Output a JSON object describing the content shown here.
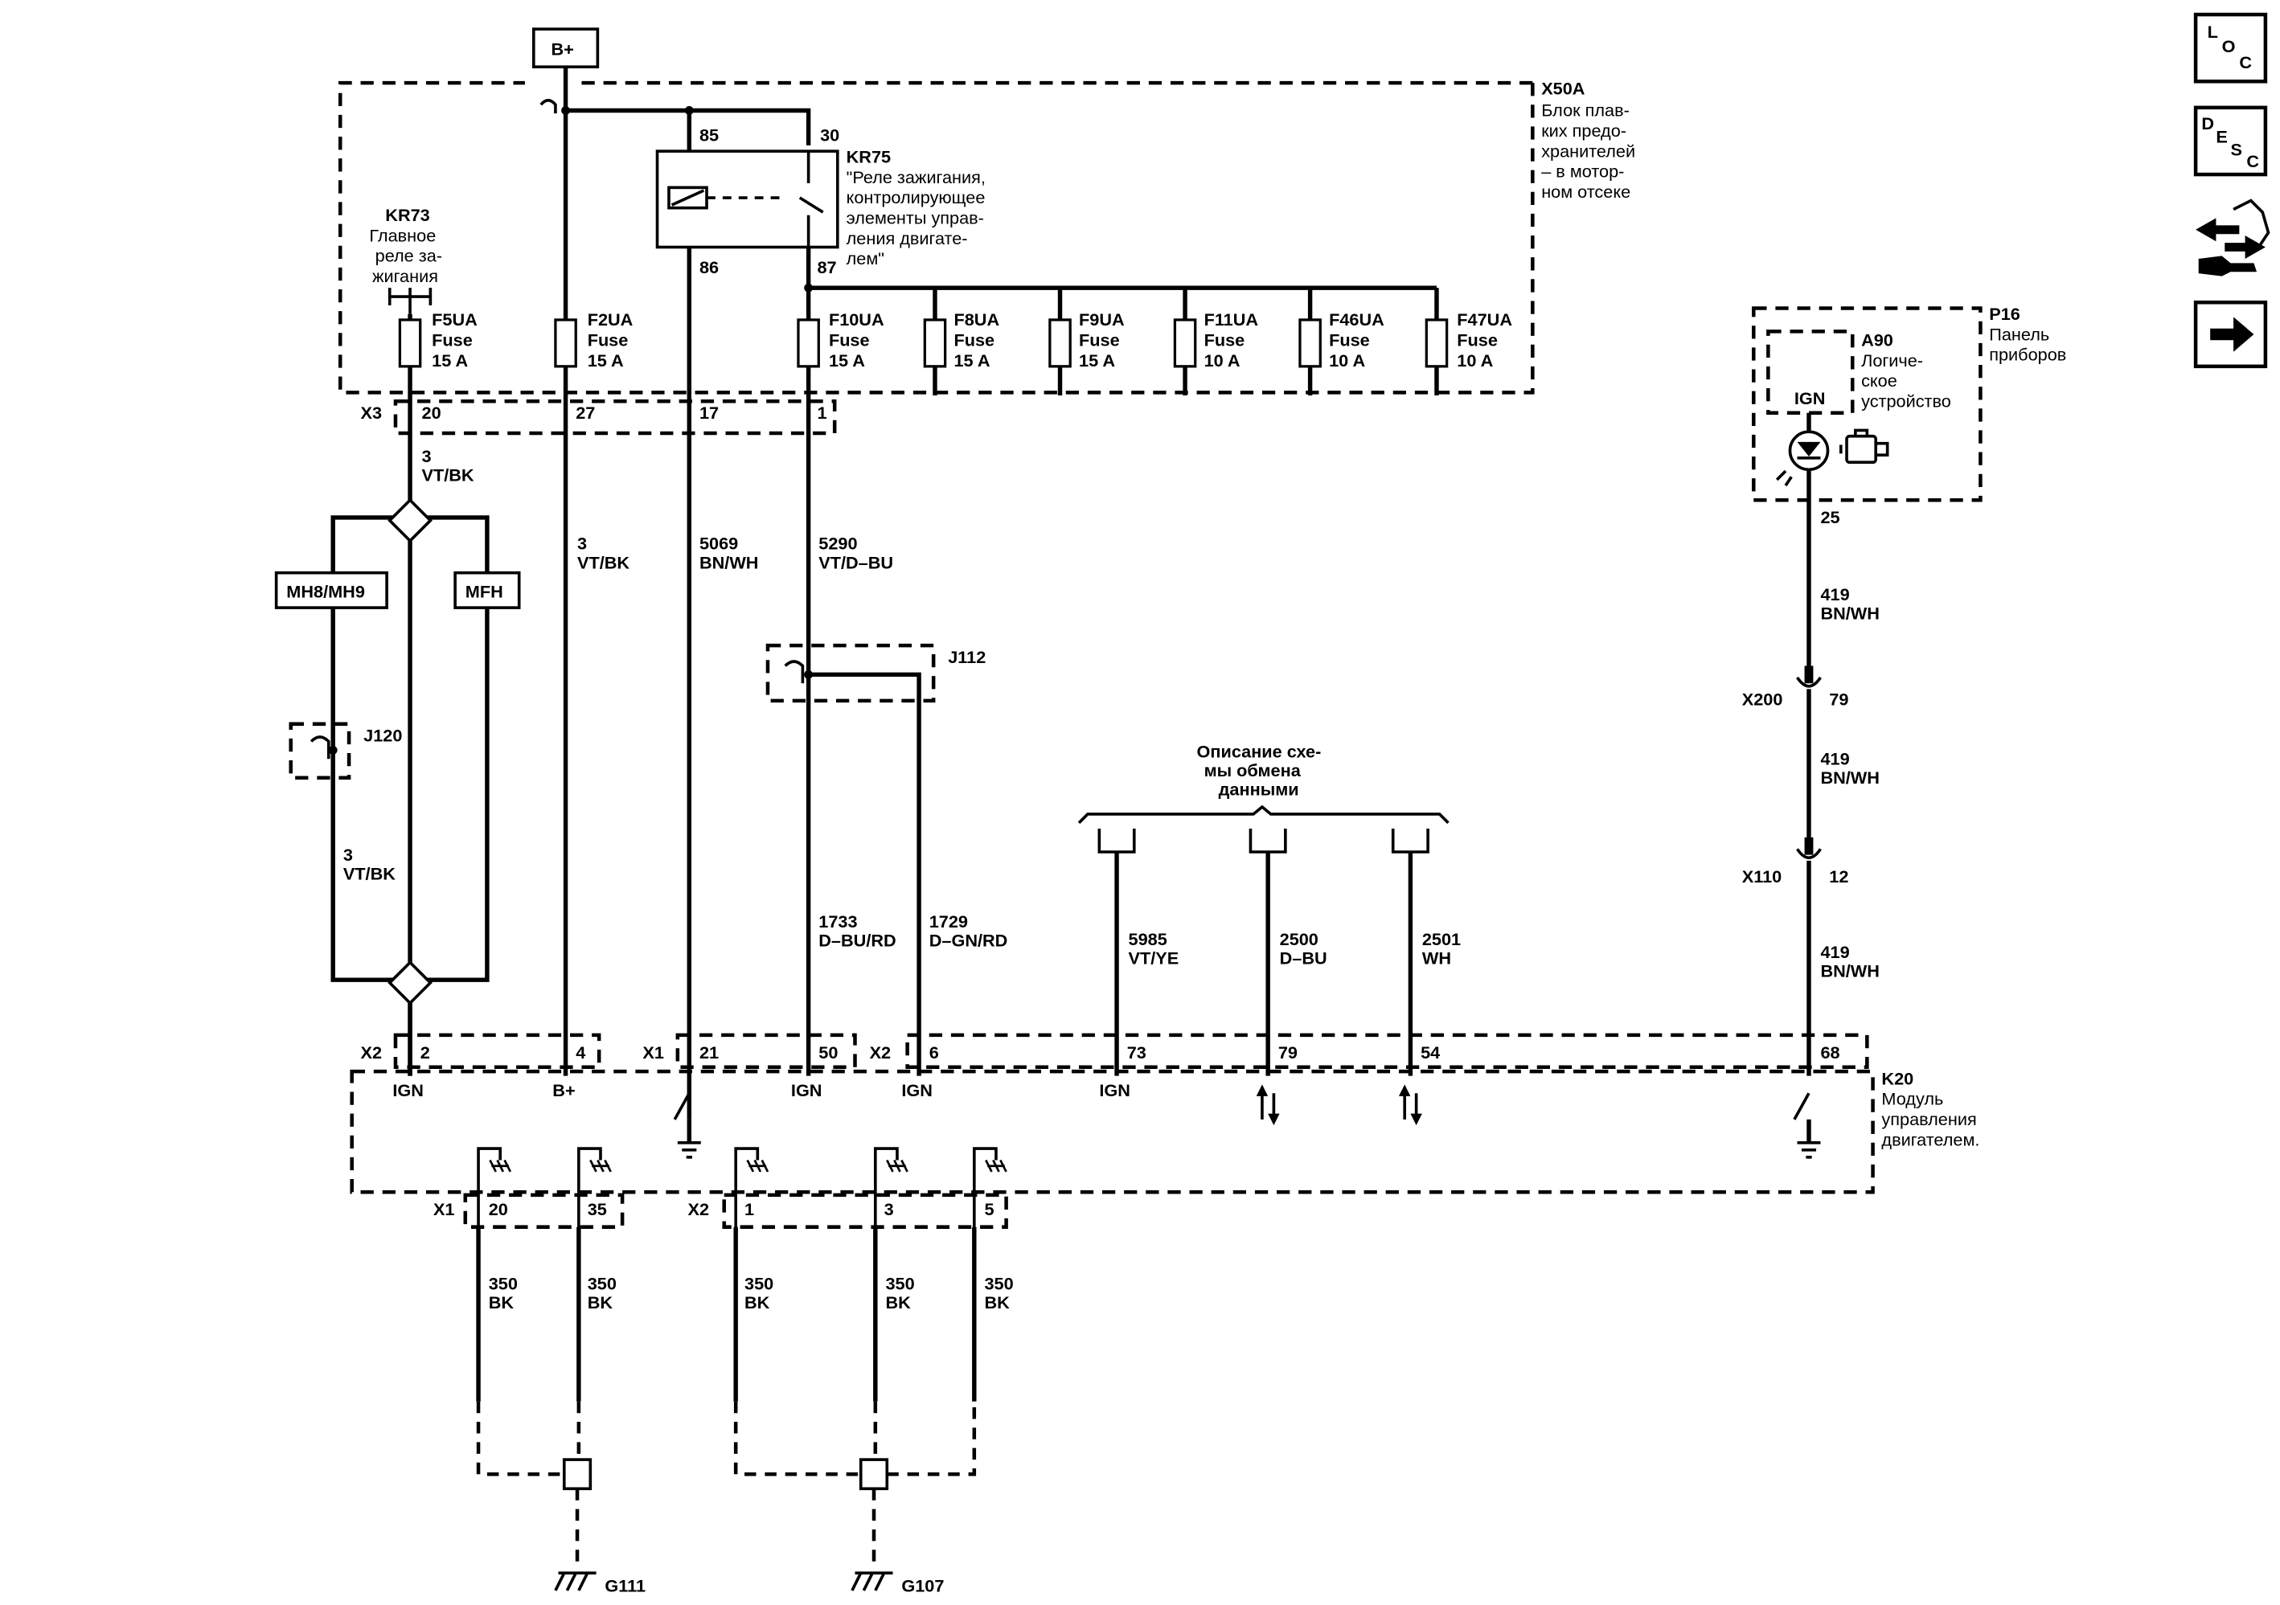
{
  "nav": {
    "loc": {
      "l": "L",
      "o": "O",
      "c": "C"
    },
    "desc": {
      "d": "D",
      "e": "E",
      "s": "S",
      "c": "C"
    },
    "connector_icon": "connector-wrench-icon",
    "next_icon": "arrow-right-icon"
  },
  "power": {
    "bplus": "B+"
  },
  "fuse_block": {
    "id": "X50A",
    "name_lines": [
      "Блок плав-",
      "ких предо-",
      "хранителей",
      "– в мотор-",
      "ном отсеке"
    ],
    "connector": "X3",
    "pins": [
      "20",
      "27",
      "17",
      "1"
    ]
  },
  "main_relay": {
    "id": "KR73",
    "name_lines": [
      "Главное",
      "реле за-",
      "жигания"
    ]
  },
  "ign_relay": {
    "id": "KR75",
    "name_lines": [
      "\"Реле зажигания,",
      "контролирующее",
      "элементы управ-",
      "ления двигате-",
      "лем\""
    ],
    "pins": {
      "p85": "85",
      "p30": "30",
      "p86": "86",
      "p87": "87"
    }
  },
  "fuses": [
    {
      "id": "F5UA",
      "type": "Fuse",
      "rating": "15 A"
    },
    {
      "id": "F2UA",
      "type": "Fuse",
      "rating": "15 A"
    },
    {
      "id": "F10UA",
      "type": "Fuse",
      "rating": "15 A"
    },
    {
      "id": "F8UA",
      "type": "Fuse",
      "rating": "15 A"
    },
    {
      "id": "F9UA",
      "type": "Fuse",
      "rating": "15 A"
    },
    {
      "id": "F11UA",
      "type": "Fuse",
      "rating": "10 A"
    },
    {
      "id": "F46UA",
      "type": "Fuse",
      "rating": "10 A"
    },
    {
      "id": "F47UA",
      "type": "Fuse",
      "rating": "10 A"
    }
  ],
  "wires": {
    "w_main_top": {
      "circuit": "3",
      "color": "VT/BK"
    },
    "w_main_left": {
      "circuit": "3",
      "color": "VT/BK"
    },
    "w_bplus": {
      "circuit": "3",
      "color": "VT/BK"
    },
    "w_5069": {
      "circuit": "5069",
      "color": "BN/WH"
    },
    "w_5290": {
      "circuit": "5290",
      "color": "VT/D–BU"
    },
    "w_1733": {
      "circuit": "1733",
      "color": "D–BU/RD"
    },
    "w_1729": {
      "circuit": "1729",
      "color": "D–GN/RD"
    },
    "w_5985": {
      "circuit": "5985",
      "color": "VT/YE"
    },
    "w_2500": {
      "circuit": "2500",
      "color": "D–BU"
    },
    "w_2501": {
      "circuit": "2501",
      "color": "WH"
    },
    "w_419a": {
      "circuit": "419",
      "color": "BN/WH"
    },
    "w_419b": {
      "circuit": "419",
      "color": "BN/WH"
    },
    "w_419c": {
      "circuit": "419",
      "color": "BN/WH"
    },
    "ground_wires": [
      {
        "circuit": "350",
        "color": "BK"
      },
      {
        "circuit": "350",
        "color": "BK"
      },
      {
        "circuit": "350",
        "color": "BK"
      },
      {
        "circuit": "350",
        "color": "BK"
      },
      {
        "circuit": "350",
        "color": "BK"
      }
    ]
  },
  "options": {
    "mh8_mh9": "MH8/MH9",
    "mfh": "MFH"
  },
  "splices": {
    "j120": "J120",
    "j112": "J112"
  },
  "data_comm": {
    "lines": [
      "Описание схе-",
      "мы обмена",
      "данными"
    ]
  },
  "cluster": {
    "id": "P16",
    "name_lines": [
      "Панель",
      "приборов"
    ],
    "logic_id": "A90",
    "logic_lines": [
      "Логиче-",
      "ское",
      "устройство"
    ],
    "ign": "IGN",
    "pin": "25",
    "mil_icon": "engine-check-lamp-icon"
  },
  "inline": {
    "x200": {
      "id": "X200",
      "pin": "79"
    },
    "x110": {
      "id": "X110",
      "pin": "12"
    }
  },
  "ecm": {
    "id": "K20",
    "name_lines": [
      "Модуль",
      "управления",
      "двигателем."
    ],
    "top_conn_x2": "X2",
    "top_conn_x1": "X1",
    "top_conn_x2b": "X2",
    "top_pins": [
      "2",
      "4",
      "21",
      "50",
      "6",
      "73",
      "79",
      "54",
      "68"
    ],
    "terminal_labels": [
      "IGN",
      "B+",
      "IGN",
      "IGN",
      "IGN"
    ],
    "bottom_x1": "X1",
    "bottom_x2": "X2",
    "bottom_pins": [
      "20",
      "35",
      "1",
      "3",
      "5"
    ]
  },
  "grounds": {
    "g111": "G111",
    "g107": "G107"
  }
}
